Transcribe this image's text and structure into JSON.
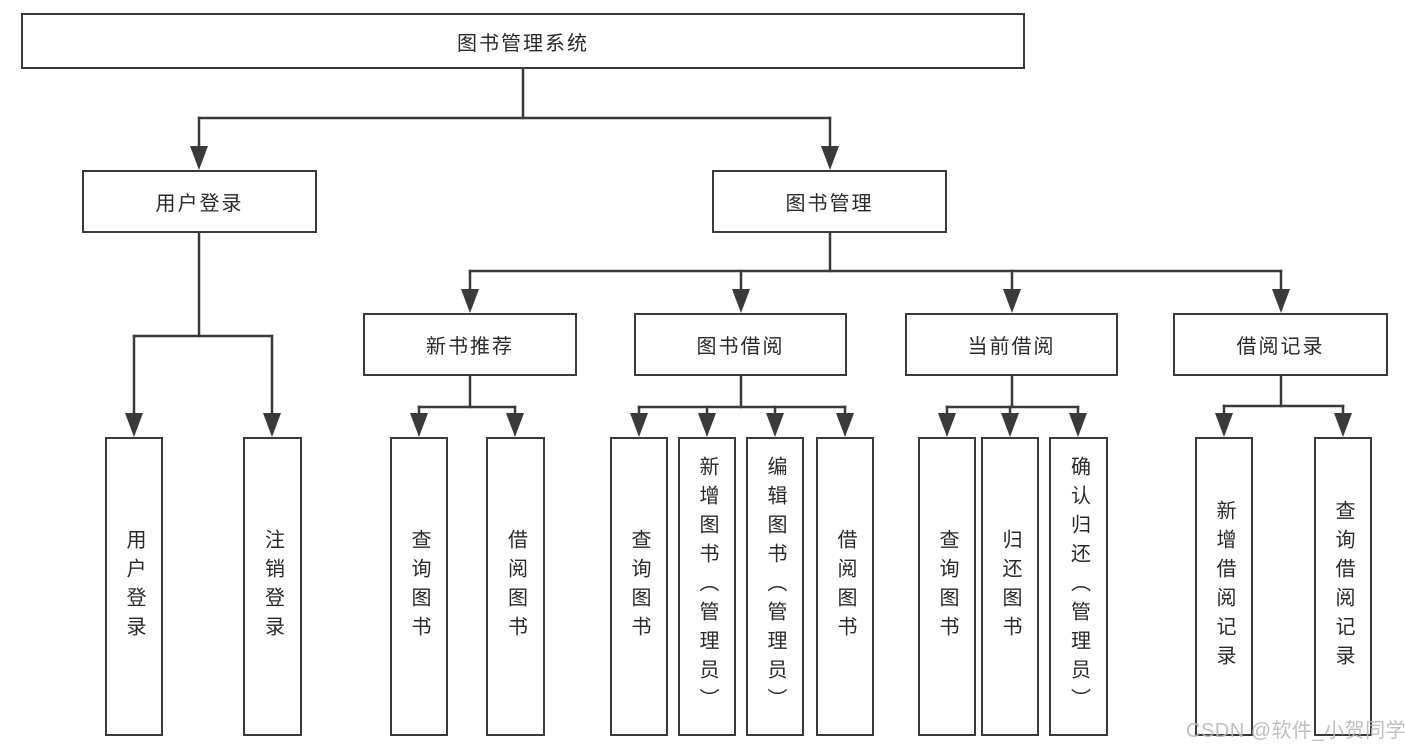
{
  "diagram": {
    "root": {
      "label": "图书管理系统"
    },
    "level2": {
      "user_login": {
        "label": "用户登录"
      },
      "book_management": {
        "label": "图书管理"
      }
    },
    "level3": {
      "new_book_recommend": {
        "label": "新书推荐"
      },
      "book_borrow": {
        "label": "图书借阅"
      },
      "current_borrow": {
        "label": "当前借阅"
      },
      "borrow_records": {
        "label": "借阅记录"
      }
    },
    "leaves": {
      "user_login": {
        "label": "用户登录"
      },
      "logout": {
        "label": "注销登录"
      },
      "query_books_recommend": {
        "label": "查询图书"
      },
      "borrow_books_recommend": {
        "label": "借阅图书"
      },
      "query_books_borrow": {
        "label": "查询图书"
      },
      "add_book_admin": {
        "label": "新增图书（管理员）"
      },
      "edit_book_admin": {
        "label": "编辑图书（管理员）"
      },
      "borrow_books_borrow": {
        "label": "借阅图书"
      },
      "query_books_current": {
        "label": "查询图书"
      },
      "return_book": {
        "label": "归还图书"
      },
      "confirm_return_admin": {
        "label": "确认归还（管理员）"
      },
      "add_borrow_record": {
        "label": "新增借阅记录"
      },
      "query_borrow_record": {
        "label": "查询借阅记录"
      }
    },
    "watermark": "CSDN @软件_小贺同学",
    "colors": {
      "line": "#3a3a3a",
      "box_border": "#3a3a3a",
      "box_fill": "#ffffff",
      "text": "#2a2a2a",
      "watermark": "#b9b9b9"
    }
  }
}
